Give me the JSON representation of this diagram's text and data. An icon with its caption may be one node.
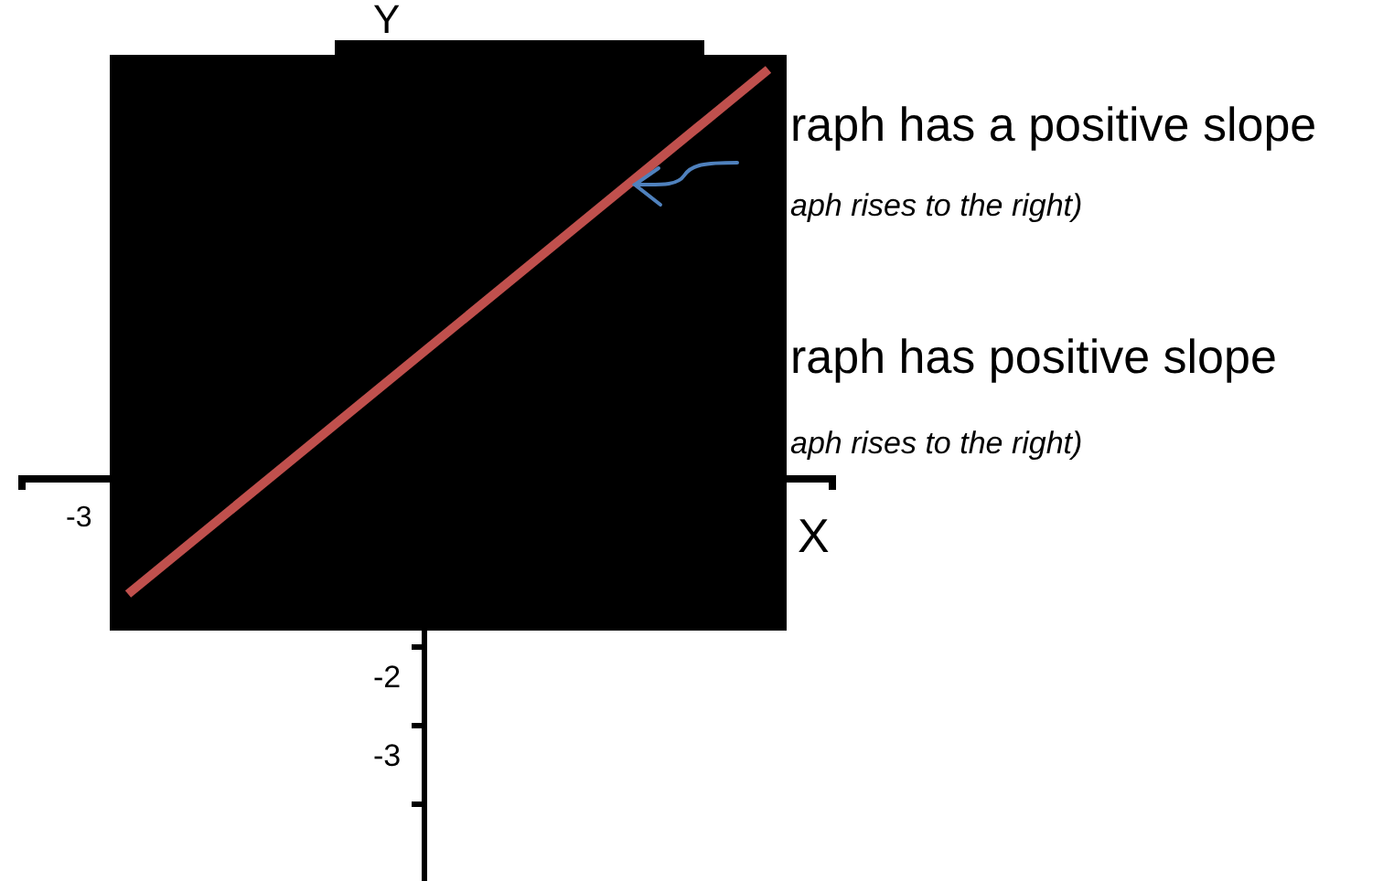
{
  "diagram": {
    "labels": [
      "Y",
      "raph has a positive slope",
      "aph rises to the right)",
      "raph has positive slope",
      "aph rises to the right)",
      "-3",
      "X",
      "-2",
      "-3"
    ]
  }
}
